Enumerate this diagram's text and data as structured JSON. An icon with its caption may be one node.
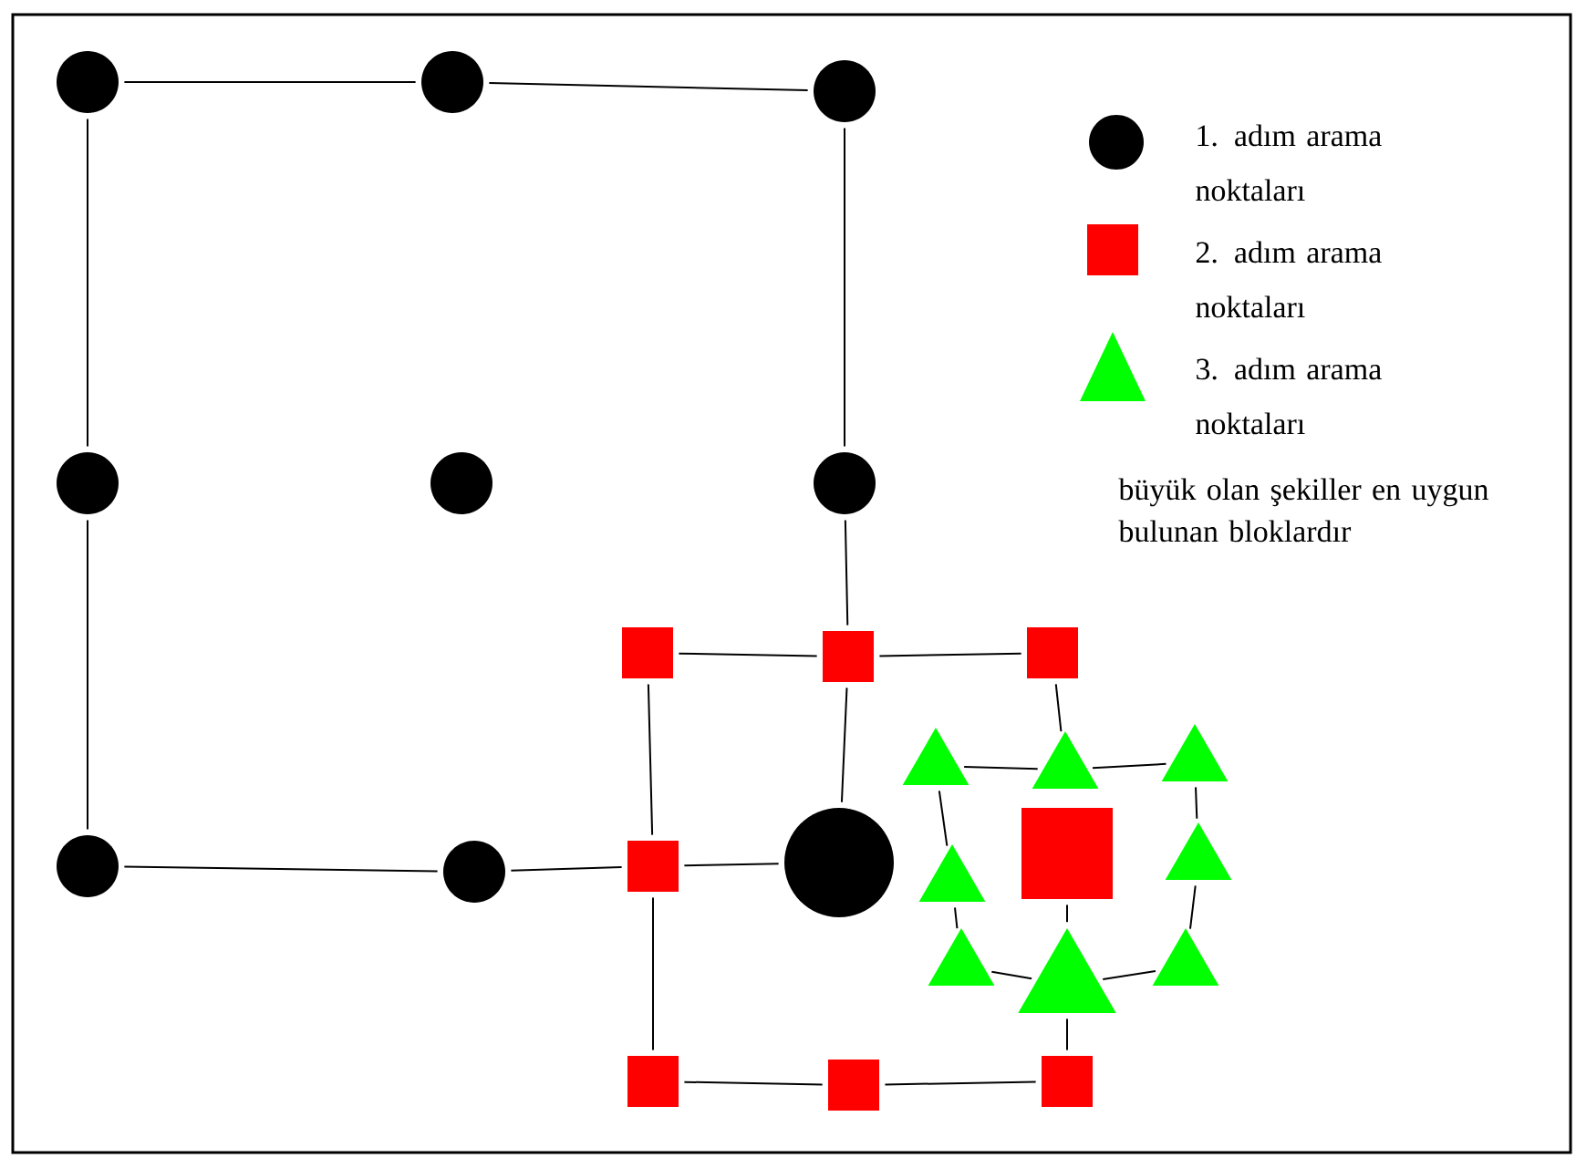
{
  "diagram": {
    "nodes": [
      {
        "text": [],
        "shape": "circle"
      },
      {
        "text": [],
        "shape": "circle"
      },
      {
        "text": [],
        "shape": "circle"
      },
      {
        "text": [],
        "shape": "circle"
      },
      {
        "text": [],
        "shape": "circle"
      },
      {
        "text": [],
        "shape": "circle"
      },
      {
        "text": [],
        "shape": "circle"
      },
      {
        "text": [],
        "shape": "circle"
      },
      {
        "text": [],
        "shape": "circle"
      },
      {
        "text": [],
        "shape": "box"
      },
      {
        "text": [],
        "shape": "box"
      },
      {
        "text": [],
        "shape": "box"
      },
      {
        "text": [],
        "shape": "box"
      },
      {
        "text": [],
        "shape": "box"
      },
      {
        "text": [],
        "shape": "box"
      },
      {
        "text": [],
        "shape": "box"
      },
      {
        "text": [],
        "shape": "box"
      },
      {
        "text": [],
        "shape": "triangle"
      },
      {
        "text": [],
        "shape": "triangle"
      },
      {
        "text": [],
        "shape": "triangle"
      },
      {
        "text": [],
        "shape": "triangle"
      },
      {
        "text": [],
        "shape": "triangle"
      },
      {
        "text": [],
        "shape": "triangle"
      },
      {
        "text": [],
        "shape": "triangle"
      },
      {
        "text": [],
        "shape": "triangle"
      }
    ],
    "edges": [
      {
        "from": 0,
        "to": 1,
        "arrow": "none"
      },
      {
        "from": 1,
        "to": 2,
        "arrow": "none"
      },
      {
        "from": 0,
        "to": 3,
        "arrow": "none"
      },
      {
        "from": 3,
        "to": 6,
        "arrow": "none"
      },
      {
        "from": 2,
        "to": 5,
        "arrow": "none"
      },
      {
        "from": 5,
        "to": 10,
        "arrow": "none"
      },
      {
        "from": 6,
        "to": 7,
        "arrow": "none"
      },
      {
        "from": 7,
        "to": 12,
        "arrow": "none"
      },
      {
        "from": 9,
        "to": 10,
        "arrow": "none"
      },
      {
        "from": 10,
        "to": 11,
        "arrow": "none"
      },
      {
        "from": 9,
        "to": 12,
        "arrow": "none"
      },
      {
        "from": 12,
        "to": 14,
        "arrow": "none"
      },
      {
        "from": 14,
        "to": 15,
        "arrow": "none"
      },
      {
        "from": 15,
        "to": 16,
        "arrow": "none"
      },
      {
        "from": 12,
        "to": 8,
        "arrow": "none"
      },
      {
        "from": 10,
        "to": 8,
        "arrow": "none"
      },
      {
        "from": 11,
        "to": 18,
        "arrow": "none"
      },
      {
        "from": 16,
        "to": 23,
        "arrow": "none"
      },
      {
        "from": 13,
        "to": 23,
        "arrow": "none"
      },
      {
        "from": 17,
        "to": 18,
        "arrow": "none"
      },
      {
        "from": 18,
        "to": 19,
        "arrow": "none"
      },
      {
        "from": 17,
        "to": 20,
        "arrow": "none"
      },
      {
        "from": 20,
        "to": 22,
        "arrow": "none"
      },
      {
        "from": 22,
        "to": 23,
        "arrow": "none"
      },
      {
        "from": 23,
        "to": 24,
        "arrow": "none"
      },
      {
        "from": 19,
        "to": 21,
        "arrow": "none"
      },
      {
        "from": 21,
        "to": 24,
        "arrow": "none"
      }
    ],
    "labels": [
      "büyük olan şekiller en uygun bulunan bloklardır"
    ],
    "legend": [
      {
        "text": "1. adım arama noktaları"
      },
      {
        "text": "2. adım arama noktaları"
      },
      {
        "text": "3. adım arama noktaları"
      }
    ]
  }
}
